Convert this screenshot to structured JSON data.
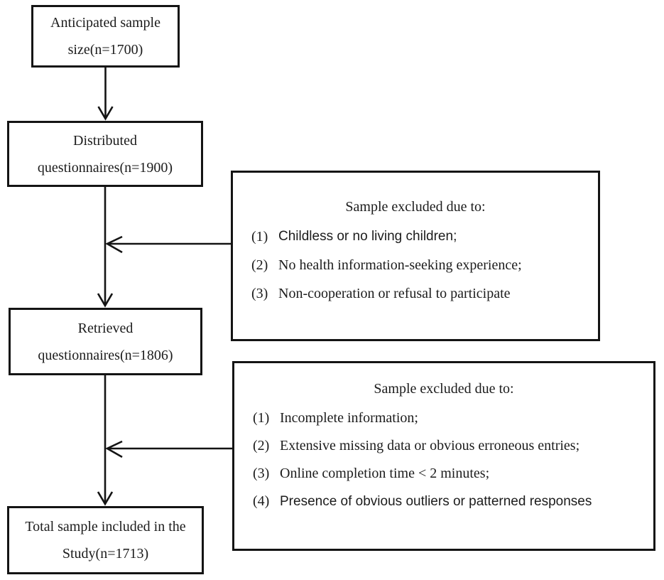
{
  "flowchart": {
    "nodes": [
      {
        "id": "anticipated",
        "lines": [
          "Anticipated sample",
          "size(n=1700)"
        ]
      },
      {
        "id": "distributed",
        "lines": [
          "Distributed",
          "questionnaires(n=1900)"
        ]
      },
      {
        "id": "retrieved",
        "lines": [
          "Retrieved",
          "questionnaires(n=1806)"
        ]
      },
      {
        "id": "total",
        "lines": [
          "Total sample included in the",
          "Study(n=1713)"
        ]
      }
    ],
    "exclusions": [
      {
        "title": "Sample excluded due to:",
        "items": [
          {
            "num": "(1)",
            "text": "Childless or no living children;"
          },
          {
            "num": "(2)",
            "text": "No health information-seeking experience;"
          },
          {
            "num": "(3)",
            "text": "Non-cooperation or refusal to participate"
          }
        ]
      },
      {
        "title": "Sample excluded due to:",
        "items": [
          {
            "num": "(1)",
            "text": "Incomplete information;"
          },
          {
            "num": "(2)",
            "text": "Extensive missing data or obvious erroneous entries;"
          },
          {
            "num": "(3)",
            "text": "Online completion time < 2 minutes;"
          },
          {
            "num": "(4)",
            "text": "Presence of obvious outliers or patterned responses"
          }
        ]
      }
    ],
    "colors": {
      "line": "#141414",
      "text": "#1c1c1c",
      "background": "#ffffff"
    }
  }
}
